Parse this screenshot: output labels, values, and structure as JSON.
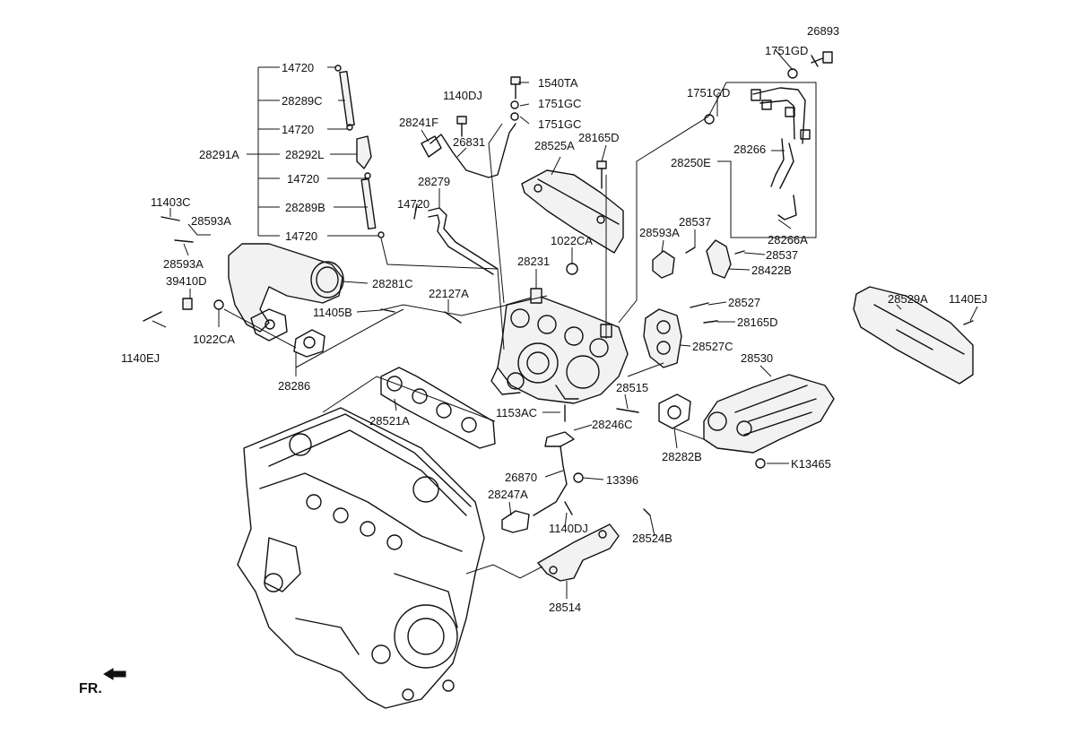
{
  "labels": {
    "p26893": "26893",
    "p1751GD_a": "1751GD",
    "p1751GD_b": "1751GD",
    "p14720_a": "14720",
    "p28289C": "28289C",
    "p14720_b": "14720",
    "p28292L": "28292L",
    "p28291A": "28291A",
    "p14720_c": "14720",
    "p28289B": "28289B",
    "p14720_d": "14720",
    "p1540TA": "1540TA",
    "p1140DJ_a": "1140DJ",
    "p1751GC_a": "1751GC",
    "p1751GC_b": "1751GC",
    "p28241F": "28241F",
    "p26831": "26831",
    "p28525A": "28525A",
    "p28165D_a": "28165D",
    "p28266": "28266",
    "p28250E": "28250E",
    "p28279": "28279",
    "p14720_e": "14720",
    "p11403C": "11403C",
    "p28593A_a": "28593A",
    "p28593A_b": "28593A",
    "p1022CA_a": "1022CA",
    "p28593A_c": "28593A",
    "p28537_a": "28537",
    "p28266A": "28266A",
    "p28537_b": "28537",
    "p28231": "28231",
    "p28422B": "28422B",
    "p39410D": "39410D",
    "p28281C": "28281C",
    "p22127A": "22127A",
    "p28527": "28527",
    "p28529A": "28529A",
    "p1140EJ_a": "1140EJ",
    "p11405B": "11405B",
    "p28165D_b": "28165D",
    "p1022CA_b": "1022CA",
    "p1140EJ_b": "1140EJ",
    "p28527C": "28527C",
    "p28530": "28530",
    "p28286": "28286",
    "p28515": "28515",
    "p1153AC": "1153AC",
    "p28521A": "28521A",
    "p28246C": "28246C",
    "p28282B": "28282B",
    "pK13465": "K13465",
    "p26870": "26870",
    "p13396": "13396",
    "p28247A": "28247A",
    "p1140DJ_b": "1140DJ",
    "p28524B": "28524B",
    "p28514": "28514"
  },
  "direction_indicator": "FR.",
  "icons": {
    "front_arrow": "arrow-left-icon"
  }
}
